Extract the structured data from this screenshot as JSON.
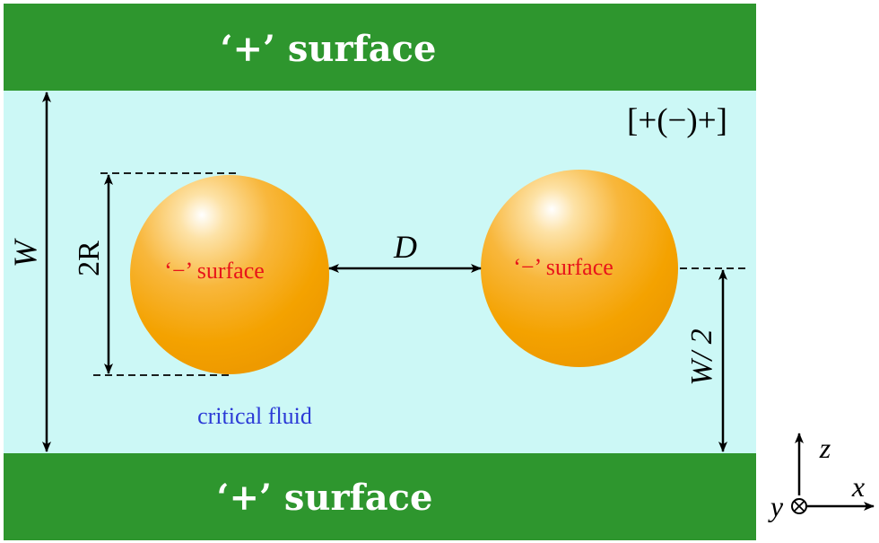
{
  "plates": {
    "top_label": "‘+’ surface",
    "bottom_label": "‘+’ surface",
    "color": "#2e962e"
  },
  "fluid": {
    "label": "critical fluid",
    "color": "#ccf8f6",
    "label_color": "#2b3ad6"
  },
  "configuration": "[+(−)+]",
  "spheres": {
    "left_label": "‘−’ surface",
    "right_label": "‘−’ surface",
    "label_color": "#e8141a",
    "color": "#f5a000"
  },
  "dimensions": {
    "width": "W",
    "diameter": "2R",
    "separation": "D",
    "half_width": "W/ 2"
  },
  "axes": {
    "x": "x",
    "y": "y",
    "z": "z"
  }
}
